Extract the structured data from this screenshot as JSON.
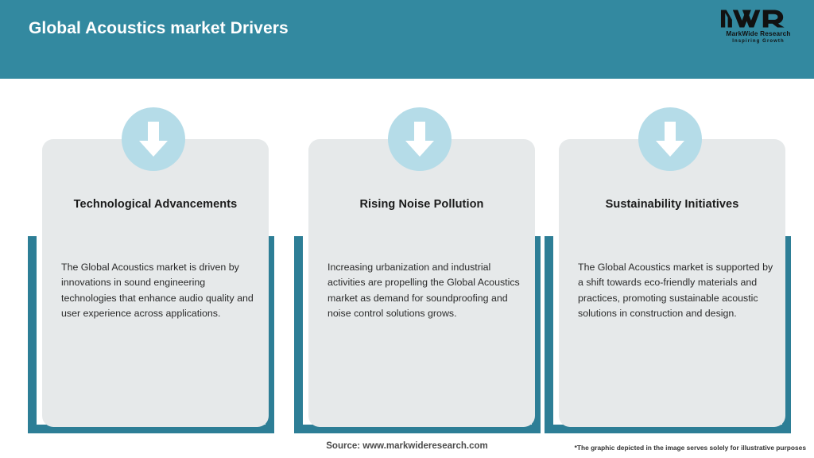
{
  "header": {
    "title": "Global Acoustics market Drivers",
    "bg_color": "#3389a0",
    "logo": {
      "mark": "MWR",
      "name": "MarkWide Research",
      "tagline": "Inspiring Growth"
    }
  },
  "theme": {
    "teal": "#3389a0",
    "frame_teal": "#2d7e96",
    "panel_grey": "#e6e9ea",
    "badge_blue": "#b5dce8",
    "arrow_white": "#ffffff"
  },
  "cards": [
    {
      "icon": "down-arrow-icon",
      "title": "Technological Advancements",
      "body": "The Global Acoustics market is driven by innovations in sound engineering technologies that enhance audio quality and user experience across applications."
    },
    {
      "icon": "down-arrow-icon",
      "title": "Rising Noise Pollution",
      "body": "Increasing urbanization and industrial activities are propelling the Global Acoustics market as demand for soundproofing and noise control solutions grows."
    },
    {
      "icon": "down-arrow-icon",
      "title": "Sustainability Initiatives",
      "body": "The Global Acoustics market is supported by a shift towards eco-friendly materials and practices, promoting sustainable acoustic solutions in construction and design."
    }
  ],
  "footer": {
    "source": "Source: www.markwideresearch.com",
    "disclaimer": "*The graphic depicted in the image serves solely for illustrative purposes"
  }
}
